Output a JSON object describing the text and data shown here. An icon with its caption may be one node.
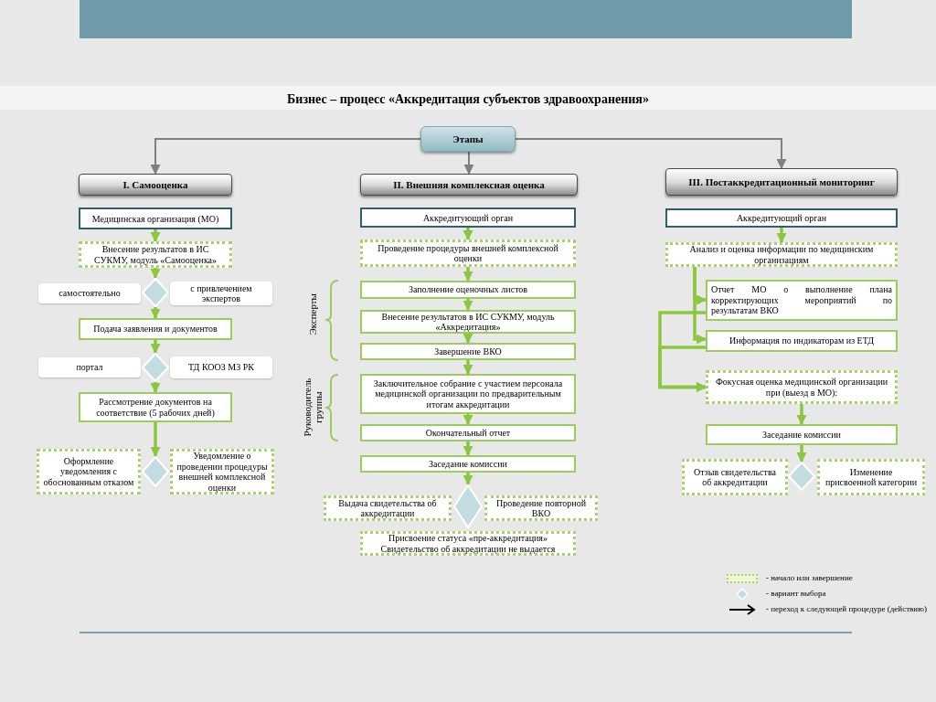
{
  "diagram": {
    "title": "Бизнес – процесс «Аккредитация субъектов здравоохранения»",
    "nodes": [
      {
        "text": [
          "Этапы"
        ]
      },
      {
        "text": [
          "I. Самооценка"
        ]
      },
      {
        "text": [
          "II. Внешняя комплексная оценка"
        ]
      },
      {
        "text": [
          "III. Постаккредитационный мониторинг"
        ]
      },
      {
        "text": [
          "Медицинская организация (МО)"
        ]
      },
      {
        "text": [
          "Внесение результатов в ИС СУКМУ, модуль «Самооценка»"
        ]
      },
      {
        "text": [],
        "shape": "diamond"
      },
      {
        "text": [
          "самостоятельно"
        ]
      },
      {
        "text": [
          "с привлечением экспертов"
        ]
      },
      {
        "text": [
          "Подача заявления и документов"
        ]
      },
      {
        "text": [],
        "shape": "diamond"
      },
      {
        "text": [
          "портал"
        ]
      },
      {
        "text": [
          "ТД КООЗ МЗ РК"
        ]
      },
      {
        "text": [
          "Рассмотрение документов на соответствие (5 рабочих дней)"
        ]
      },
      {
        "text": [],
        "shape": "diamond"
      },
      {
        "text": [
          "Оформление уведомления с обоснованным отказом"
        ]
      },
      {
        "text": [
          "Уведомление о проведении процедуры внешней комплексной оценки"
        ]
      },
      {
        "text": [
          "Аккредитующий орган"
        ]
      },
      {
        "text": [
          "Проведение процедуры внешней комплексной оценки"
        ]
      },
      {
        "text": [
          "Заполнение оценочных листов"
        ]
      },
      {
        "text": [
          "Внесение результатов в ИС СУКМУ, модуль «Аккредитация»"
        ]
      },
      {
        "text": [
          "Завершение ВКО"
        ]
      },
      {
        "text": [
          "Заключительное собрание с участием персонала медицинской организации по предварительным итогам аккредитации"
        ]
      },
      {
        "text": [
          "Окончательный отчет"
        ]
      },
      {
        "text": [
          "Заседание комиссии"
        ]
      },
      {
        "text": [],
        "shape": "diamond"
      },
      {
        "text": [
          "Выдача свидетельства об аккредитации"
        ]
      },
      {
        "text": [
          "Проведение повторной ВКО"
        ]
      },
      {
        "text": [
          "Присвоение статуса «пре-аккредитация» Свидетельство об аккредитации не выдается"
        ]
      },
      {
        "text": [
          "Аккредитующий орган"
        ]
      },
      {
        "text": [
          "Анализ и оценка информации по медицинским организациям"
        ]
      },
      {
        "text": [
          "Отчет МО о выполнение плана корректирующих мероприятий по результатам ВКО"
        ]
      },
      {
        "text": [
          "Информация по индикаторам из ЕТД"
        ]
      },
      {
        "text": [
          "Фокусная оценка медицинской организации при (выезд в МО):"
        ]
      },
      {
        "text": [
          "Заседание комиссии"
        ]
      },
      {
        "text": [],
        "shape": "diamond"
      },
      {
        "text": [
          "Отзыв свидетельства об аккредитации"
        ]
      },
      {
        "text": [
          "Изменение присвоенной категории"
        ]
      }
    ],
    "edges": [
      {
        "from": 0,
        "to": 1,
        "arrow": "to",
        "color": "#808080"
      },
      {
        "from": 0,
        "to": 2,
        "arrow": "to",
        "color": "#808080"
      },
      {
        "from": 0,
        "to": 3,
        "arrow": "to",
        "color": "#808080"
      },
      {
        "from": 4,
        "to": 5,
        "arrow": "to"
      },
      {
        "from": 5,
        "to": 6,
        "arrow": "to"
      },
      {
        "from": 6,
        "to": 9,
        "arrow": "to"
      },
      {
        "from": 9,
        "to": 10,
        "arrow": "to"
      },
      {
        "from": 10,
        "to": 13,
        "arrow": "to"
      },
      {
        "from": 13,
        "to": 14,
        "arrow": "to"
      },
      {
        "from": 17,
        "to": 18,
        "arrow": "to"
      },
      {
        "from": 18,
        "to": 19,
        "arrow": "to"
      },
      {
        "from": 19,
        "to": 20,
        "arrow": "to"
      },
      {
        "from": 20,
        "to": 21,
        "arrow": "to"
      },
      {
        "from": 21,
        "to": 22,
        "arrow": "to"
      },
      {
        "from": 22,
        "to": 23,
        "arrow": "to"
      },
      {
        "from": 23,
        "to": 24,
        "arrow": "to"
      },
      {
        "from": 24,
        "to": 25,
        "arrow": "to"
      },
      {
        "from": 29,
        "to": 30,
        "arrow": "to"
      },
      {
        "from": 30,
        "to": 31,
        "arrow": "to"
      },
      {
        "from": 30,
        "to": 32,
        "arrow": "to"
      },
      {
        "from": 31,
        "to": 33,
        "arrow": "to"
      },
      {
        "from": 32,
        "to": 33,
        "arrow": "to"
      },
      {
        "from": 33,
        "to": 34,
        "arrow": "to"
      },
      {
        "from": 34,
        "to": 35,
        "arrow": "to"
      }
    ],
    "labels": [
      "Эксперты",
      "Руководитель группы"
    ],
    "legend": [
      {
        "text": "- начало или завершение"
      },
      {
        "text": "- вариант выбора"
      },
      {
        "text": "- переход к следующей процедуре (действию)"
      }
    ]
  }
}
